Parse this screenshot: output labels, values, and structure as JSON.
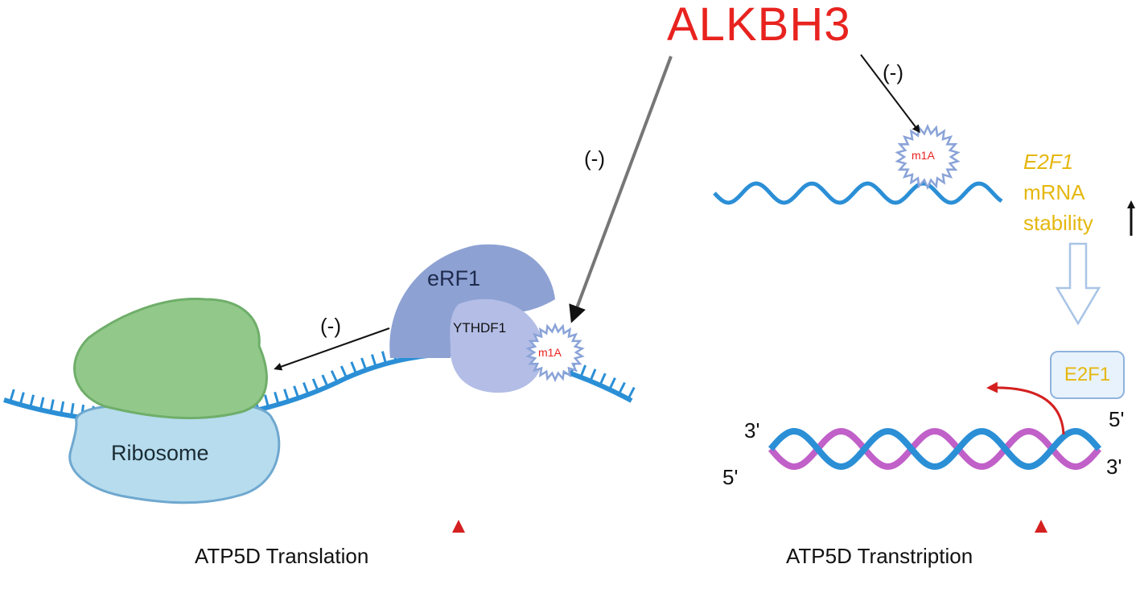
{
  "title": "ALKBH3",
  "inhibition_label": "(-)",
  "proteins": {
    "erf1": "eRF1",
    "ythdf1": "YTHDF1",
    "ribosome": "Ribosome",
    "e2f1_protein": "E2F1"
  },
  "modification_label": "m1A",
  "mrna_stability": {
    "gene": "E2F1",
    "line1": "mRNA",
    "line2": "stability"
  },
  "dna_ends": {
    "top_left": "3'",
    "bottom_left": "5'",
    "top_right": "5'",
    "bottom_right": "3'"
  },
  "captions": {
    "translation": "ATP5D Translation",
    "transcription": "ATP5D Transtription"
  },
  "colors": {
    "title": "#e8231f",
    "mrna": "#2b8fd6",
    "dna_strand_b": "#c060c8",
    "ribosome_large": "#92c98a",
    "ribosome_small": "#b6dcee",
    "erf1": "#8da1d3",
    "ythdf1": "#b3bde6",
    "stability": "#e5b70f",
    "up_arrow": "#d42020"
  }
}
